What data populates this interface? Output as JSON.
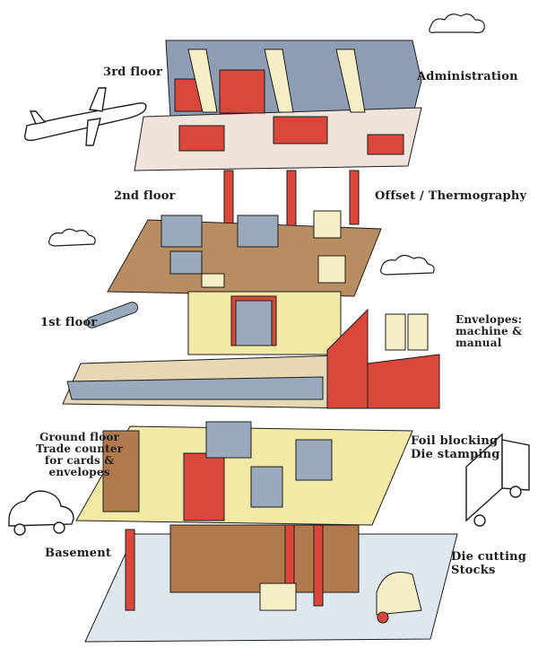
{
  "title": "Cutaway illustration of a printing works by floor",
  "colors": {
    "ink": "#1d1d1d",
    "red": "#d9483b",
    "blue_grey": "#9aaabd",
    "wall_blue": "#8e9db3",
    "cream": "#f6efc6",
    "yellow": "#f3e9a6",
    "brown_floor": "#b98d62",
    "pink_floor": "#f0e3dc",
    "wood": "#b07a4e",
    "pale_blue_floor": "#dfe7ee"
  },
  "floors": [
    {
      "id": "third",
      "floor_label": "3rd floor",
      "dept_lines": [
        "Administration"
      ]
    },
    {
      "id": "second",
      "floor_label": "2nd floor",
      "dept_lines": [
        "Offset / Thermography"
      ]
    },
    {
      "id": "first",
      "floor_label": "1st floor",
      "dept_lines": [
        "Envelopes:",
        "machine &",
        "manual"
      ]
    },
    {
      "id": "ground",
      "floor_label": "Ground floor",
      "floor_sublines": [
        "Trade counter",
        "for cards &",
        "envelopes"
      ],
      "dept_lines": [
        "Foil blocking",
        "Die stamping"
      ]
    },
    {
      "id": "basement",
      "floor_label": "Basement",
      "dept_lines": [
        "Die cutting",
        "Stocks"
      ]
    }
  ],
  "decorations": [
    "cloud",
    "cloud",
    "cloud",
    "cloud",
    "airplane",
    "car",
    "truck"
  ]
}
